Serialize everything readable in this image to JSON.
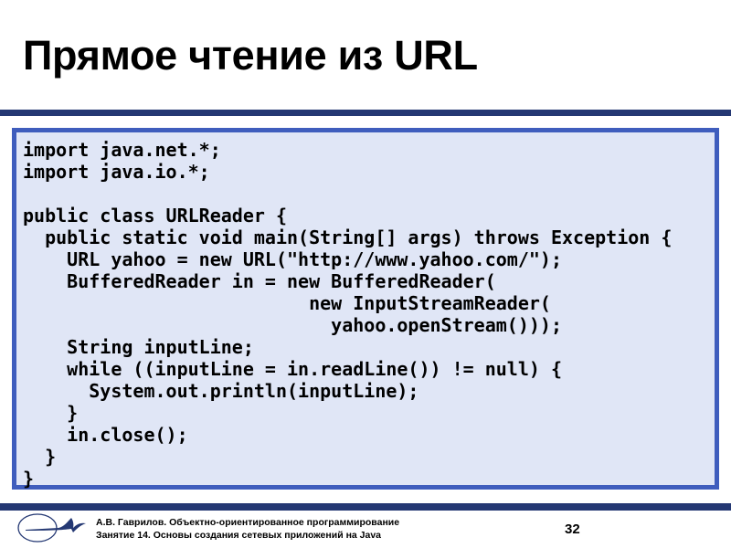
{
  "slide": {
    "title": "Прямое чтение из URL",
    "page_number": "32"
  },
  "code": {
    "language": "java",
    "lines": [
      "import java.net.*;",
      "import java.io.*;",
      "",
      "public class URLReader {",
      "  public static void main(String[] args) throws Exception {",
      "    URL yahoo = new URL(\"http://www.yahoo.com/\");",
      "    BufferedReader in = new BufferedReader(",
      "                          new InputStreamReader(",
      "                            yahoo.openStream()));",
      "    String inputLine;",
      "    while ((inputLine = in.readLine()) != null) {",
      "      System.out.println(inputLine);",
      "    }",
      "    in.close();",
      "  }",
      "}"
    ]
  },
  "footer": {
    "line1": "А.В. Гаврилов. Объектно-ориентированное программирование",
    "line2": "Занятие 14. Основы создания сетевых приложений на Java",
    "logo_icon": "bird-ellipse-logo"
  },
  "colors": {
    "band": "#243873",
    "box_border": "#3f5dbd",
    "box_background": "#e0e6f6",
    "text": "#000000"
  }
}
